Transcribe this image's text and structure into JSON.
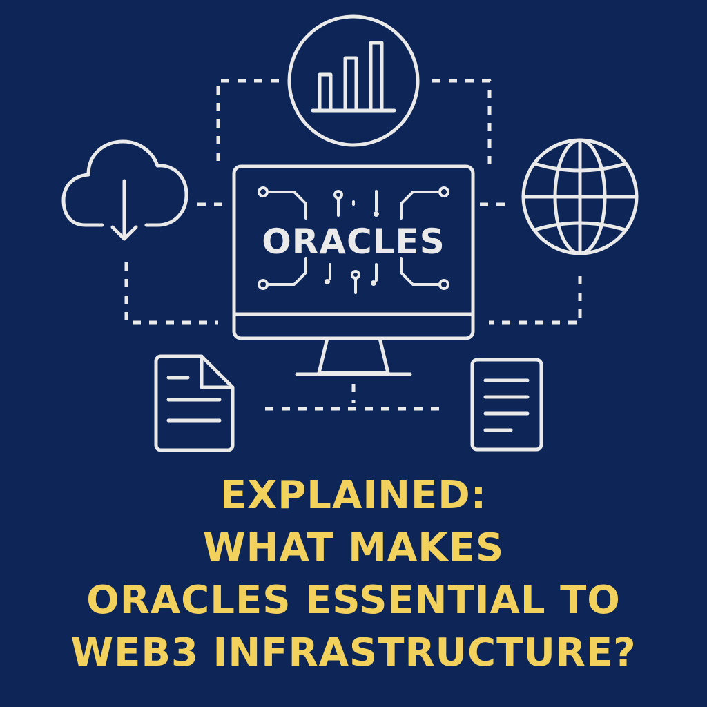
{
  "colors": {
    "background": "#0e2557",
    "line": "#eaeaea",
    "accent": "#f2d15c"
  },
  "diagram": {
    "center_label": "ORACLES",
    "icons": {
      "top": "bar-chart-icon",
      "left": "cloud-download-icon",
      "right": "globe-icon",
      "bottom_left": "document-icon",
      "bottom_right": "text-document-icon",
      "center": "monitor-icon"
    }
  },
  "headline": {
    "lines": [
      "EXPLAINED:",
      "WHAT MAKES",
      "ORACLES ESSENTIAL TO",
      "WEB3 INFRASTRUCTURE?"
    ]
  }
}
